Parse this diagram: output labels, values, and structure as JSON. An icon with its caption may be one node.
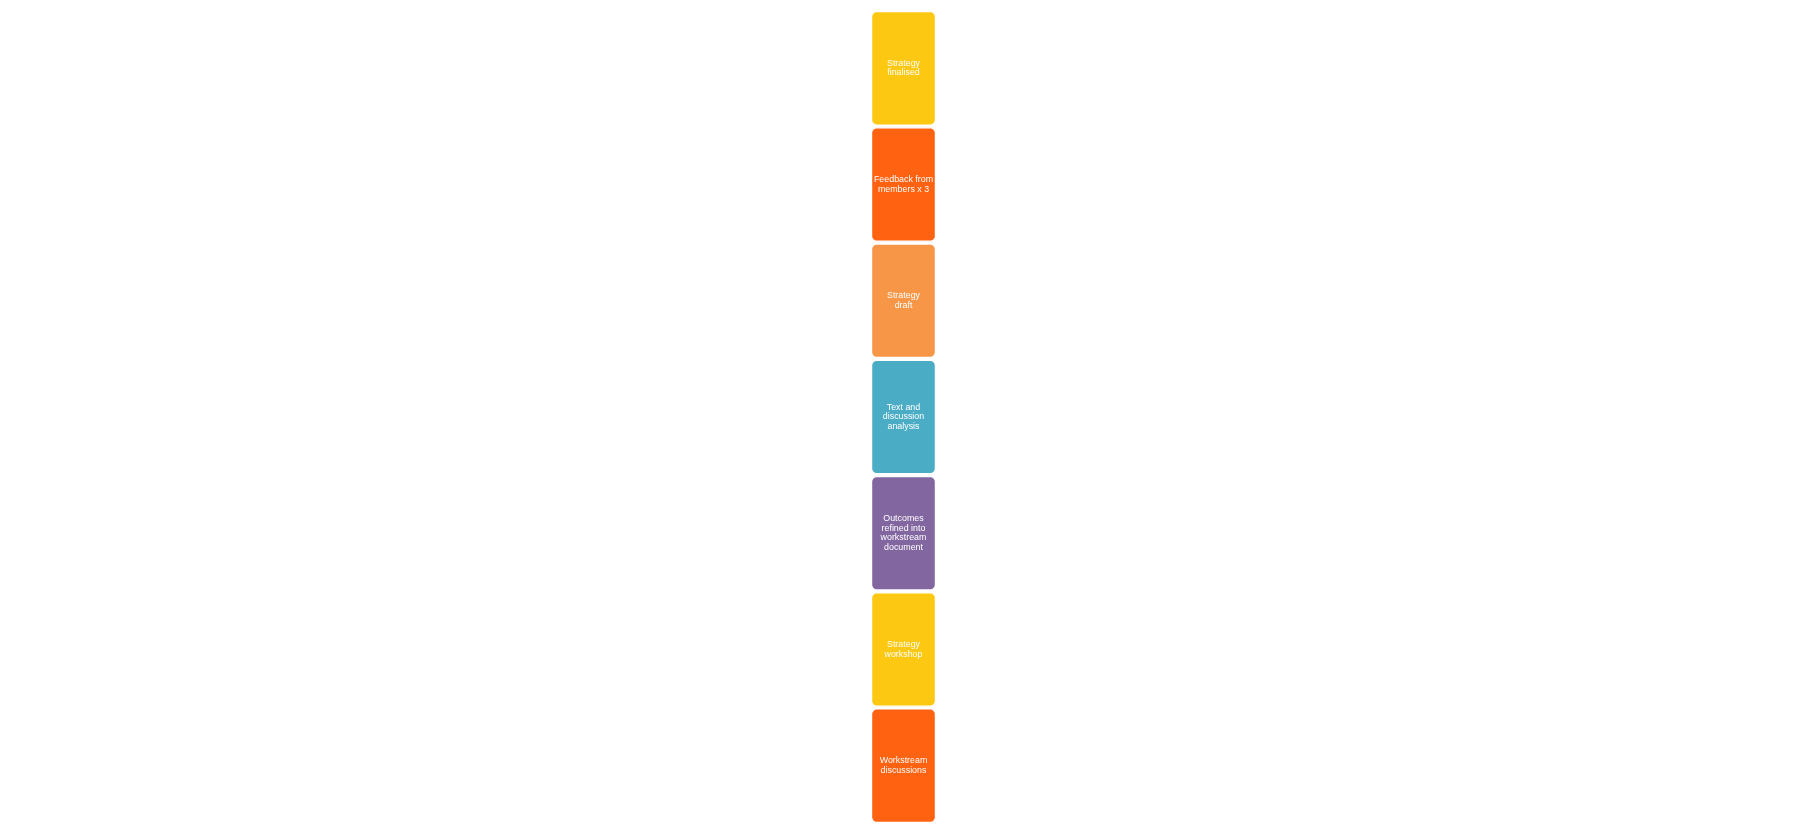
{
  "diagram": {
    "nodes": [
      {
        "text": [
          "Workstream discussions"
        ]
      },
      {
        "text": [
          "Strategy workshop"
        ]
      },
      {
        "text": [
          "Outcomes refined into workstream document"
        ]
      },
      {
        "text": [
          "Text and discussion analysis"
        ]
      },
      {
        "text": [
          "Strategy draft"
        ]
      },
      {
        "text": [
          "Feedback from members x 3"
        ]
      },
      {
        "text": [
          "Strategy finalised"
        ]
      }
    ]
  }
}
